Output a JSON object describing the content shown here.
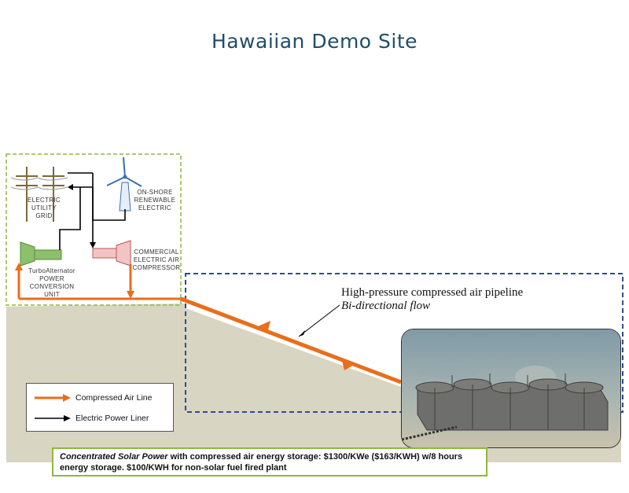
{
  "title": "Hawaiian Demo Site",
  "labels": {
    "grid": [
      "ELECTRIC",
      "UTILITY",
      "GRID"
    ],
    "wind": [
      "ON-SHORE",
      "RENEWABLE",
      "ELECTRIC"
    ],
    "compressor": [
      "COMMERCIAL",
      "ELECTRIC AIR",
      "COMPRESSOR"
    ],
    "turbo": [
      "TurboAlternator",
      "POWER",
      "CONVERSION",
      "UNIT"
    ]
  },
  "pipeline": {
    "line1": "High-pressure compressed air pipeline",
    "line2": "Bi-directional flow"
  },
  "legend": {
    "compressed_air": "Compressed Air Line",
    "electric_power": "Electric Power Liner"
  },
  "footer": {
    "italic_part": "Concentrated Solar Power",
    "rest": " with compressed air energy storage: $1300/KWe ($163/KWH) w/8 hours energy storage. $100/KWH for non-solar fuel fired plant"
  },
  "colors": {
    "title": "#1f4e6b",
    "ground": "#d9d5c3",
    "pipe": "#e86e1c",
    "electric": "#000000",
    "onshore_border": "#8db83f",
    "offshore_border": "#2c4d8f",
    "turbo": "#8cc06a",
    "compressor": "#e8a0a0"
  }
}
